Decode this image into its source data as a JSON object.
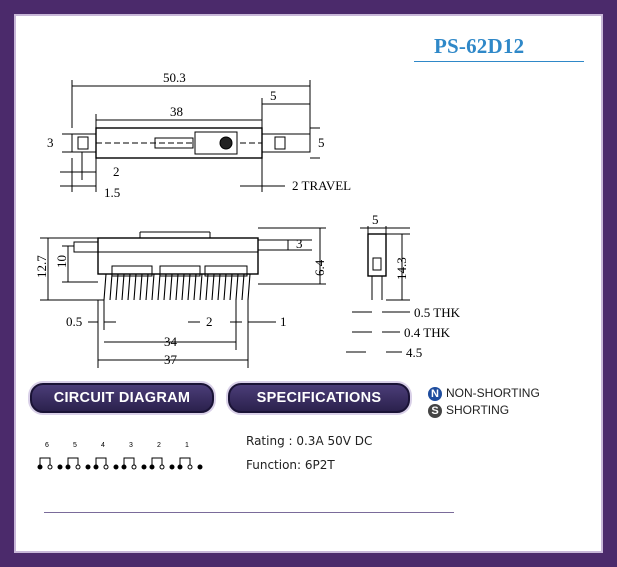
{
  "model": "PS-62D12",
  "top_view": {
    "dims": [
      "50.3",
      "5",
      "38",
      "3",
      "5",
      "2",
      "1.5",
      "2 TRAVEL"
    ]
  },
  "front_view": {
    "dims": [
      "12.7",
      "10",
      "3",
      "6.4",
      "0.5",
      "2",
      "1",
      "34",
      "37"
    ]
  },
  "side_view": {
    "dims": [
      "5",
      "14.3",
      "0.5 THK",
      "0.4 THK",
      "4.5"
    ]
  },
  "section_labels": {
    "circuit": "CIRCUIT DIAGRAM",
    "specifications": "SPECIFICATIONS"
  },
  "legend": {
    "n_mark": "N",
    "n_label": "NON-SHORTING",
    "s_mark": "S",
    "s_label": "SHORTING"
  },
  "circuit_pins": [
    "6",
    "5",
    "4",
    "3",
    "2",
    "1"
  ],
  "specs": {
    "rating": "Rating : 0.3A 50V DC",
    "function": "Function: 6P2T"
  }
}
